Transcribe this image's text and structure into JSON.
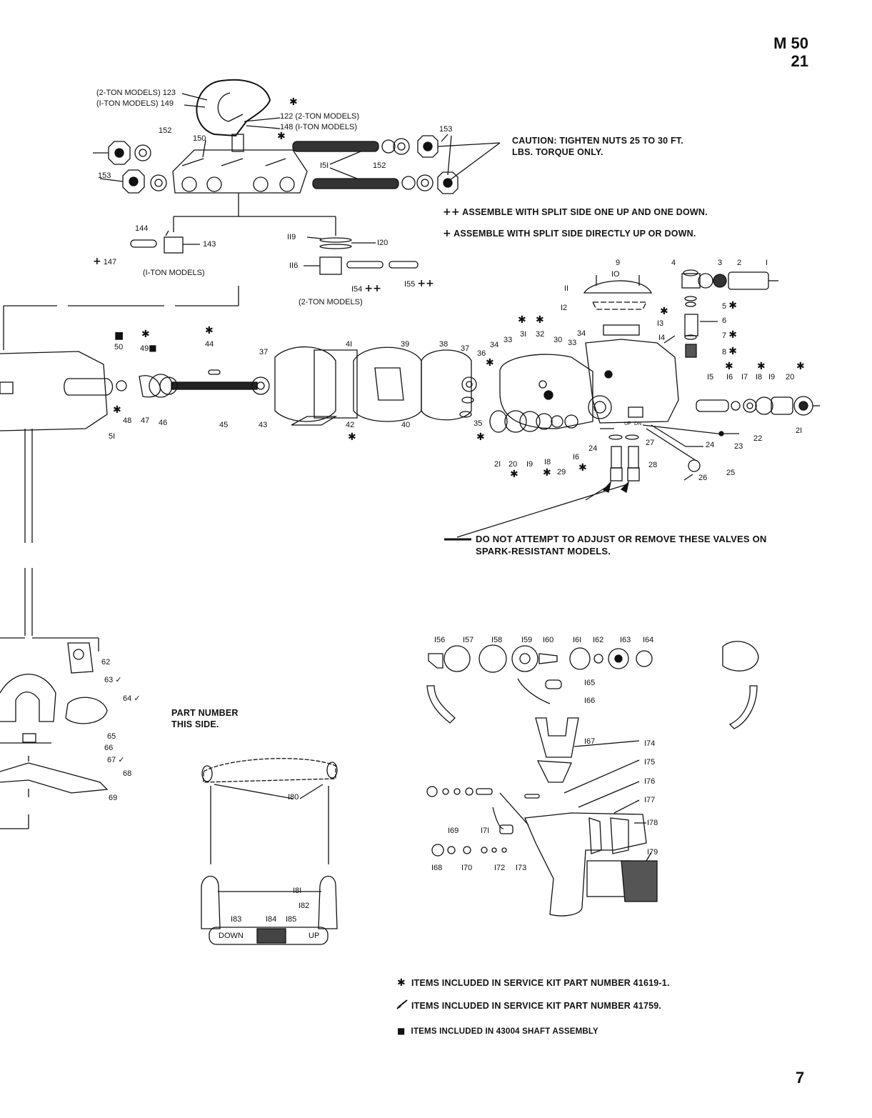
{
  "header": {
    "model": "M 50",
    "section": "21"
  },
  "page_number": "7",
  "notes": {
    "caution": "CAUTION: TIGHTEN NUTS 25 TO 30 FT.",
    "caution2": "LBS. TORQUE ONLY.",
    "split_one_up": "ASSEMBLE WITH SPLIT SIDE ONE UP AND ONE DOWN.",
    "split_direct": "ASSEMBLE WITH SPLIT SIDE DIRECTLY UP OR DOWN.",
    "valves": "DO NOT ATTEMPT TO ADJUST OR REMOVE THESE VALVES ON",
    "valves2": "SPARK-RESISTANT MODELS.",
    "part_number": "PART NUMBER",
    "part_number2": "THIS SIDE."
  },
  "model_labels": {
    "two_ton_123": "(2-TON MODELS) 123",
    "one_ton_149": "(I-TON MODELS) 149",
    "two_ton_122": "122  (2-TON MODELS)",
    "one_ton_148": "148  (I-TON MODELS)",
    "one_ton": "(I-TON MODELS)",
    "two_ton": "(2-TON MODELS)"
  },
  "legend": [
    {
      "symbol": "✱",
      "text": "ITEMS INCLUDED IN SERVICE KIT PART NUMBER 41619-1."
    },
    {
      "symbol": "✓",
      "text": "ITEMS INCLUDED IN SERVICE KIT PART NUMBER 41759."
    },
    {
      "symbol": "■",
      "text": "ITEMS INCLUDED IN 43004 SHAFT ASSEMBLY"
    }
  ],
  "pendant": {
    "down": "DOWN",
    "up": "UP"
  },
  "valve_marks": {
    "up": "UP",
    "dn": "DN"
  },
  "symbols": {
    "star": "✱",
    "double_plus": "++",
    "plus": "+",
    "square": "■",
    "check": "✓"
  },
  "part_labels": {
    "p152a": "152",
    "p150": "150",
    "p153a": "153",
    "p153b": "153",
    "p152b": "152",
    "p151": "I5I",
    "p144": "144",
    "p143": "143",
    "p147": "147",
    "p119": "II9",
    "p120": "I20",
    "p116": "II6",
    "p154": "I54",
    "p155": "I55",
    "p9": "9",
    "p10": "IO",
    "p11": "II",
    "p12": "I2",
    "p13": "I3",
    "p14": "I4",
    "p4": "4",
    "p3": "3",
    "p2": "2",
    "p1": "I",
    "p5": "5",
    "p6": "6",
    "p7": "7",
    "p8": "8",
    "p50": "50",
    "p49": "49",
    "p44": "44",
    "p37a": "37",
    "p41": "4I",
    "p39": "39",
    "p38": "38",
    "p37b": "37",
    "p36": "36",
    "p34a": "34",
    "p33a": "33",
    "p31": "3I",
    "p32": "32",
    "p30": "30",
    "p33b": "33",
    "p34b": "34",
    "p15": "I5",
    "p16a": "I6",
    "p17": "I7",
    "p18a": "I8",
    "p19a": "I9",
    "p20a": "20",
    "p21a": "2I",
    "p48": "48",
    "p47": "47",
    "p46": "46",
    "p45": "45",
    "p43": "43",
    "p42": "42",
    "p40": "40",
    "p35": "35",
    "p51": "5I",
    "p21b": "2I",
    "p20b": "20",
    "p19b": "I9",
    "p18b": "I8",
    "p29": "29",
    "p16b": "I6",
    "p22": "22",
    "p23": "23",
    "p24a": "24",
    "p24b": "24",
    "p27": "27",
    "p28": "28",
    "p25": "25",
    "p26": "26",
    "p62": "62",
    "p63": "63",
    "p64": "64",
    "p65": "65",
    "p66": "66",
    "p67": "67",
    "p68": "68",
    "p69": "69",
    "p180": "I80",
    "p181": "I8I",
    "p182": "I82",
    "p183": "I83",
    "p184": "I84",
    "p185": "I85",
    "p156": "I56",
    "p157": "I57",
    "p158": "I58",
    "p159": "I59",
    "p160": "I60",
    "p161": "I6I",
    "p162": "I62",
    "p163": "I63",
    "p164": "I64",
    "p165": "I65",
    "p166": "I66",
    "p167": "I67",
    "p174": "I74",
    "p175": "I75",
    "p176": "I76",
    "p177": "I77",
    "p178": "I78",
    "p179": "I79",
    "p169": "I69",
    "p171": "I7I",
    "p168": "I68",
    "p170": "I70",
    "p172": "I72",
    "p173": "I73"
  }
}
